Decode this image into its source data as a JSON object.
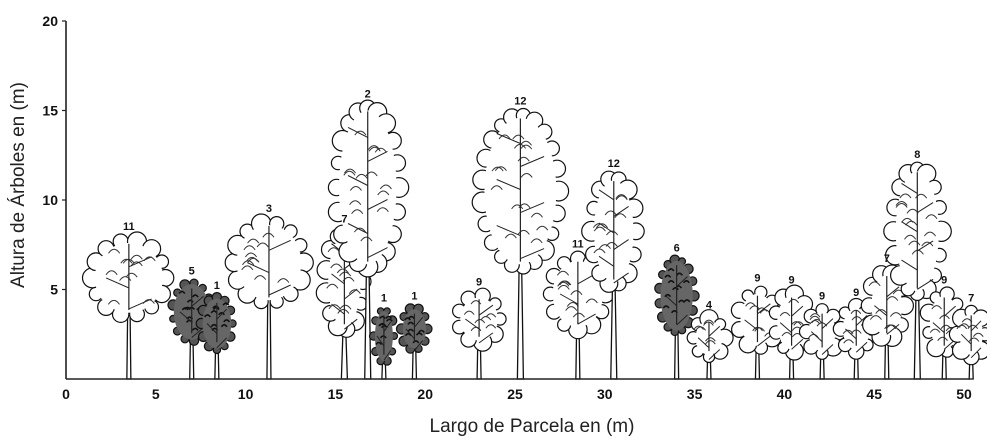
{
  "chart_data": {
    "type": "scatter",
    "title": "",
    "xlabel": "Largo de Parcela en (m)",
    "ylabel": "Altura de Árboles en (m)",
    "xlim": [
      0,
      50
    ],
    "ylim": [
      0,
      20
    ],
    "x_ticks": [
      "0",
      "5",
      "10",
      "15",
      "20",
      "25",
      "30",
      "35",
      "40",
      "45",
      "50"
    ],
    "y_ticks": [
      "5",
      "10",
      "15",
      "20"
    ],
    "grid": false,
    "trees": [
      {
        "id": "11",
        "x": 3.5,
        "height": 8.0,
        "crown_w": 4.6,
        "crown_base": 3.3,
        "style": "broadleaf"
      },
      {
        "id": "5",
        "x": 7.0,
        "height": 5.5,
        "crown_w": 2.4,
        "crown_base": 2.0,
        "style": "dense"
      },
      {
        "id": "1",
        "x": 8.4,
        "height": 4.7,
        "crown_w": 2.0,
        "crown_base": 1.5,
        "style": "dense"
      },
      {
        "id": "3",
        "x": 11.3,
        "height": 9.0,
        "crown_w": 4.4,
        "crown_base": 4.0,
        "style": "broadleaf"
      },
      {
        "id": "7",
        "x": 15.5,
        "height": 8.4,
        "crown_w": 2.6,
        "crown_base": 2.5,
        "style": "columnar"
      },
      {
        "id": "2",
        "x": 16.8,
        "height": 15.4,
        "crown_w": 4.0,
        "crown_base": 6.0,
        "style": "columnar"
      },
      {
        "id": "1",
        "x": 17.7,
        "height": 4.0,
        "crown_w": 1.4,
        "crown_base": 0.8,
        "style": "dense"
      },
      {
        "id": "1",
        "x": 19.4,
        "height": 4.1,
        "crown_w": 1.7,
        "crown_base": 1.5,
        "style": "dense"
      },
      {
        "id": "9",
        "x": 23.0,
        "height": 4.9,
        "crown_w": 2.8,
        "crown_base": 1.8,
        "style": "round"
      },
      {
        "id": "12",
        "x": 25.3,
        "height": 15.0,
        "crown_w": 4.8,
        "crown_base": 6.0,
        "style": "columnar"
      },
      {
        "id": "11",
        "x": 28.5,
        "height": 7.0,
        "crown_w": 3.6,
        "crown_base": 2.5,
        "style": "broadleaf"
      },
      {
        "id": "12",
        "x": 30.5,
        "height": 11.5,
        "crown_w": 3.0,
        "crown_base": 5.0,
        "style": "columnar"
      },
      {
        "id": "6",
        "x": 34.0,
        "height": 6.8,
        "crown_w": 2.2,
        "crown_base": 2.5,
        "style": "dense"
      },
      {
        "id": "4",
        "x": 35.8,
        "height": 3.6,
        "crown_w": 2.2,
        "crown_base": 1.0,
        "style": "round"
      },
      {
        "id": "9",
        "x": 38.5,
        "height": 5.1,
        "crown_w": 2.6,
        "crown_base": 1.5,
        "style": "round"
      },
      {
        "id": "9",
        "x": 40.4,
        "height": 5.0,
        "crown_w": 2.3,
        "crown_base": 1.3,
        "style": "round"
      },
      {
        "id": "9",
        "x": 42.1,
        "height": 4.1,
        "crown_w": 2.2,
        "crown_base": 1.2,
        "style": "round"
      },
      {
        "id": "9",
        "x": 44.0,
        "height": 4.3,
        "crown_w": 2.2,
        "crown_base": 1.3,
        "style": "round"
      },
      {
        "id": "7",
        "x": 45.7,
        "height": 6.2,
        "crown_w": 2.5,
        "crown_base": 2.0,
        "style": "broadleaf"
      },
      {
        "id": "8",
        "x": 47.4,
        "height": 12.0,
        "crown_w": 3.2,
        "crown_base": 4.5,
        "style": "columnar"
      },
      {
        "id": "9",
        "x": 48.9,
        "height": 5.0,
        "crown_w": 2.3,
        "crown_base": 1.3,
        "style": "round"
      },
      {
        "id": "7",
        "x": 50.4,
        "height": 4.0,
        "crown_w": 2.0,
        "crown_base": 1.0,
        "style": "round"
      }
    ]
  }
}
